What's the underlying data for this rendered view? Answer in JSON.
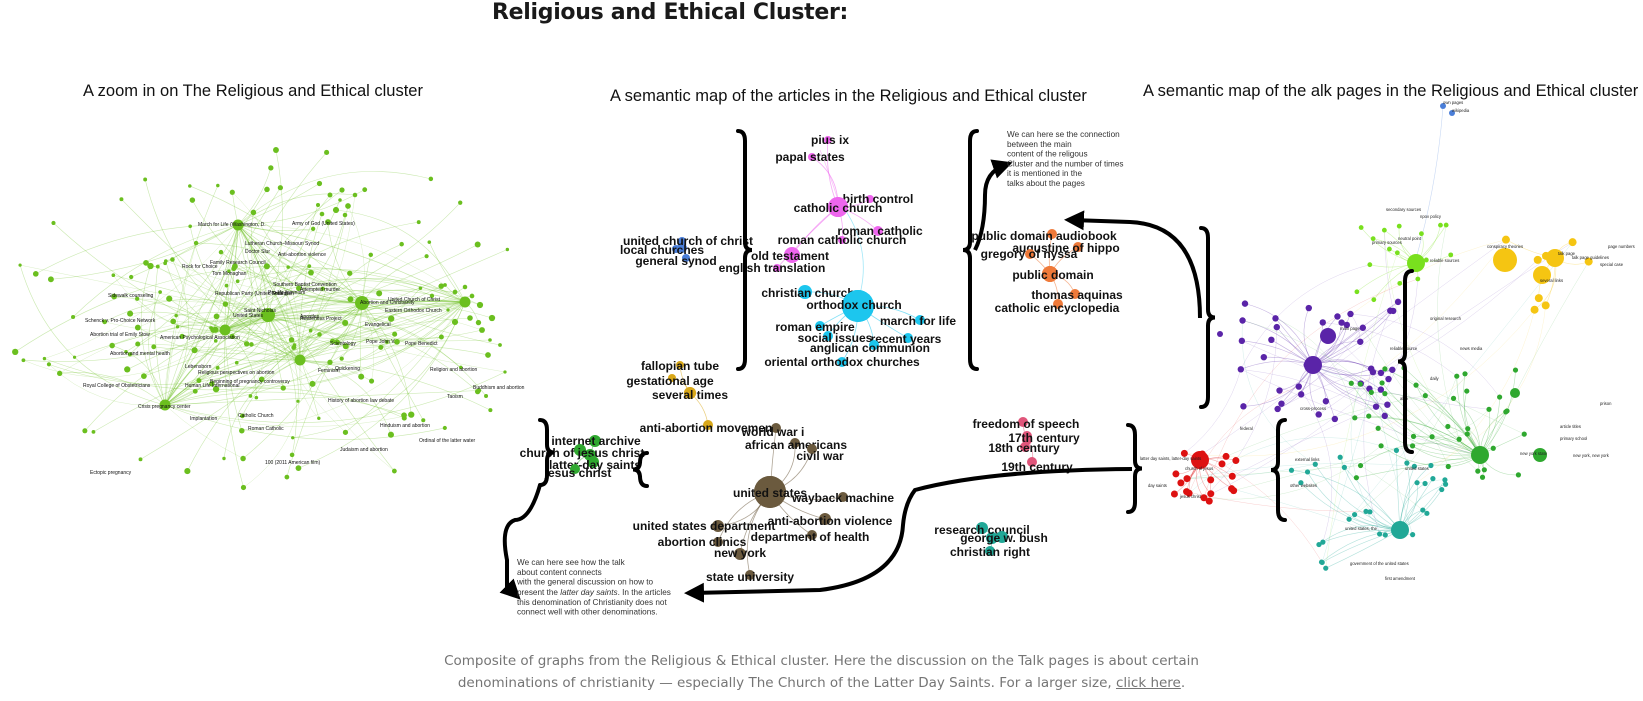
{
  "heading": "Religious and Ethical Cluster:",
  "panels": {
    "left_title": "A zoom in on The Religious and Ethical cluster",
    "middle_title": "A semantic map of the articles in the Religious and Ethical cluster",
    "right_title": "A semantic map of the alk pages in the Religious and Ethical cluster"
  },
  "left_labels": [
    "March for Life (Washington, D.",
    "Army of God (United States)",
    "Lutheran Church–Missouri Synod",
    "Doctor Slur",
    "Anti-abortion violence",
    "Family Research Council",
    "Rock for Choice",
    "Tom Monaghan",
    "Southern Baptist Convention",
    "Republican Party (United States)",
    "Pro-life feminism",
    "United States",
    "Abortion and Christianity",
    "United Church of Christ",
    "Eastern Orthodox Church",
    "Evangelical",
    "Sidewalk counseling",
    "Schenck v. Pro-Choice Network",
    "Abortion trial of Emily Stow",
    "American Psychological Association",
    "Abortion and mental health",
    "Lebensborn",
    "Religious perspectives on abortion",
    "Beginning of pregnancy controversy",
    "Human Life International",
    "Royal College of Obstetricians",
    "Crisis pregnancy center",
    "Implantation",
    "Catholic Church",
    "Roman Catholic",
    "Judaism and abortion",
    "History of abortion law debate",
    "Religion and abortion",
    "Buddhism and abortion",
    "Taoism",
    "Hinduism and abortion",
    "Ectopic pregnancy",
    "100 (2011 American film)",
    "Pope John V.",
    "Pope Benedict",
    "Ordinal of the latter water",
    "Quickening",
    "Feminism",
    "Awareness Project",
    "Attempted murder",
    "Fetal pain",
    "Apostles",
    "Saint Nicholas",
    "Scientology"
  ],
  "middle": {
    "pink": [
      "pius ix",
      "papal states",
      "birth control",
      "catholic church",
      "roman catholic",
      "roman catholic church",
      "old testament",
      "english translation"
    ],
    "blue": [
      "united church of christ",
      "local churches",
      "general synod"
    ],
    "cyan": [
      "christian church",
      "orthodox church",
      "march for life",
      "roman empire",
      "social issues",
      "recent years",
      "anglican communion",
      "oriental orthodox churches"
    ],
    "orange": [
      "public domain audiobook",
      "augustine of hippo",
      "gregory of nyssa",
      "public domain",
      "thomas aquinas",
      "catholic encyclopedia"
    ],
    "yellow": [
      "fallopian tube",
      "gestational age",
      "several times",
      "anti-abortion movement"
    ],
    "green": [
      "internet archive",
      "church of jesus christ",
      "latter-day saints",
      "jesus christ"
    ],
    "brown": [
      "world war i",
      "african americans",
      "civil war",
      "united states",
      "wayback machine",
      "anti-abortion violence",
      "united states department",
      "abortion clinics",
      "department of health",
      "new york",
      "state university"
    ],
    "crimson": [
      "freedom of speech",
      "17th century",
      "18th century",
      "19th century"
    ],
    "teal": [
      "research council",
      "george w. bush",
      "christian right"
    ]
  },
  "notes": {
    "top_right": [
      "We can here se the connection",
      "between the main",
      "content of the religous",
      "Cluster and the number of times",
      "it is mentioned in the",
      "talks about the pages"
    ],
    "bottom_left_1": [
      "We can here see how the talk",
      "about content connects",
      "with the general discussion on how to"
    ],
    "bottom_left_pre": "present the ",
    "bottom_left_italic": "latter day saints",
    "bottom_left_post": ". In the articles",
    "bottom_left_2": [
      "this denomination of Christianity does not",
      "connect well with other denominations."
    ]
  },
  "right_labels": [
    "own pages",
    "wikipedia",
    "secondary sources",
    "npov policy",
    "primary sources",
    "neutral point",
    "reliable sources",
    "conspiracy theories",
    "talk page",
    "talk page guidelines",
    "page numbers",
    "special case",
    "several links",
    "united states",
    "new york, new york",
    "new york state",
    "latter day saints, latter-day saints",
    "day saints",
    "jesus christ",
    "church of jesus",
    "government of the united states",
    "first amendment",
    "united states, the",
    "other websites",
    "external links",
    "article titles",
    "main page",
    "reliable source",
    "original research",
    "news media",
    "daily",
    "also",
    "cross-process",
    "federal",
    "primary school",
    "prison"
  ],
  "caption": {
    "line1": "Composite of graphs from the Religious & Ethical cluster. Here the discussion on the Talk pages is about certain",
    "line2": "denominations of christianity — especially The Church of the Latter Day Saints. For a larger size,",
    "link": "click here",
    "end": "."
  },
  "colors": {
    "green": "#6bbf1f",
    "pink": "#ee66ee",
    "cyan": "#1cc6ee",
    "orange": "#ef7a3a",
    "yellow": "#d9a81a",
    "darkgreen": "#2fa82f",
    "brown": "#6b5a3e",
    "crimson": "#e0557a",
    "teal": "#21a897",
    "blue": "#4a7ed8",
    "purple": "#5a24a8",
    "red": "#dd1111",
    "gold": "#f5c512",
    "lime": "#79e01e",
    "caption": "#757575"
  }
}
